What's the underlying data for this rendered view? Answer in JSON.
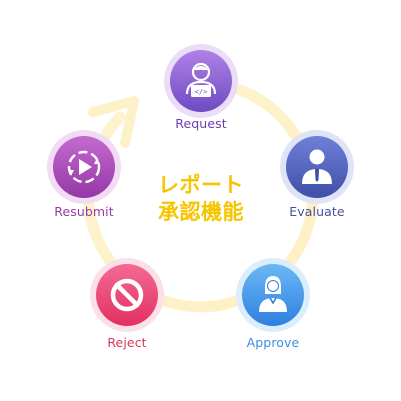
{
  "center": {
    "line1": "レポート",
    "line2": "承認機能"
  },
  "steps": [
    {
      "label": "Request",
      "icon": "developer-person-icon",
      "color": "#7e57c2"
    },
    {
      "label": "Evaluate",
      "icon": "businessman-icon",
      "color": "#4e5fb3"
    },
    {
      "label": "Approve",
      "icon": "businesswoman-icon",
      "color": "#3d8ee8"
    },
    {
      "label": "Reject",
      "icon": "prohibited-icon",
      "color": "#e83e6c"
    },
    {
      "label": "Resubmit",
      "icon": "play-cycle-icon",
      "color": "#a23fb3"
    }
  ],
  "colors": {
    "ring": "#fdf1c8",
    "title": "#f7c500",
    "label_request": "#6a3fb0",
    "label_evaluate": "#4a4f9a",
    "label_approve": "#3b8ee6",
    "label_reject": "#d83a5a",
    "label_resubmit": "#9a3aa6"
  }
}
